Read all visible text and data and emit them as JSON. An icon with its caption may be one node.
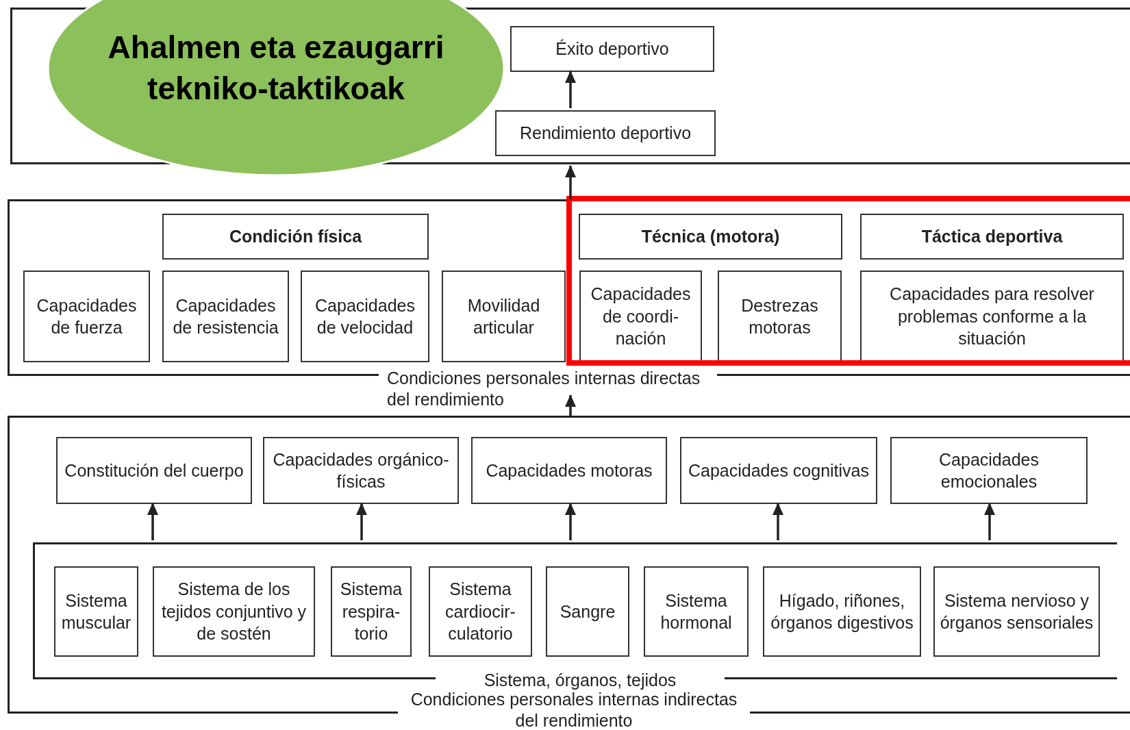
{
  "diagram": {
    "nodes": [
      {
        "text": [
          "Ahalmen eta ezaugarri tekniko-taktikoak"
        ]
      },
      {
        "text": [],
        "shape": "box"
      },
      {
        "text": [
          "Éxito deportivo"
        ],
        "in": 1
      },
      {
        "text": [
          "Rendimiento deportivo"
        ],
        "in": 1
      },
      {
        "text": [
          "Condiciones personales internas directas del rendimiento"
        ]
      },
      {
        "text": [
          "Condición física"
        ],
        "in": 4
      },
      {
        "text": [
          "Técnica (motora)"
        ],
        "in": 4
      },
      {
        "text": [
          "Táctica deportiva"
        ],
        "in": 4
      },
      {
        "text": [
          "Capacidades de fuerza"
        ],
        "in": 4
      },
      {
        "text": [
          "Capacidades de resistencia"
        ],
        "in": 4
      },
      {
        "text": [
          "Capacidades de velocidad"
        ],
        "in": 4
      },
      {
        "text": [
          "Movilidad articular"
        ],
        "in": 4
      },
      {
        "text": [
          "Capacidades de coordi-nación"
        ],
        "in": 4
      },
      {
        "text": [
          "Destrezas motoras"
        ],
        "in": 4
      },
      {
        "text": [
          "Capacidades para resolver problemas conforme a la situación"
        ],
        "in": 4
      },
      {
        "text": [
          "Condiciones personales internas indirectas del rendimiento"
        ]
      },
      {
        "text": [
          "Constitución del cuerpo"
        ],
        "in": 15
      },
      {
        "text": [
          "Capacidades orgánico-físicas"
        ],
        "in": 15
      },
      {
        "text": [
          "Capacidades motoras"
        ],
        "in": 15
      },
      {
        "text": [
          "Capacidades cognitivas"
        ],
        "in": 15
      },
      {
        "text": [
          "Capacidades emocionales"
        ],
        "in": 15
      },
      {
        "text": [
          "Sistema, órganos, tejidos"
        ],
        "in": 15
      },
      {
        "text": [
          "Sistema muscular"
        ],
        "in": 21
      },
      {
        "text": [
          "Sistema de los tejidos conjuntivo y de sostén"
        ],
        "in": 21
      },
      {
        "text": [
          "Sistema respira-torio"
        ],
        "in": 21
      },
      {
        "text": [
          "Sistema cardiocir-culatorio"
        ],
        "in": 21
      },
      {
        "text": [
          "Sangre"
        ],
        "in": 21
      },
      {
        "text": [
          "Sistema hormonal"
        ],
        "in": 21
      },
      {
        "text": [
          "Hígado, riñones, órganos digestivos"
        ],
        "in": 21
      },
      {
        "text": [
          "Sistema nervioso y órganos sensoriales"
        ],
        "in": 21
      }
    ],
    "edges": [
      {
        "from": 3,
        "to": 2,
        "arrow": "to"
      },
      {
        "from": 4,
        "to": 1,
        "arrow": "to"
      },
      {
        "from": 15,
        "to": 4,
        "arrow": "to"
      },
      {
        "from": 21,
        "to": 16,
        "arrow": "to"
      },
      {
        "from": 21,
        "to": 17,
        "arrow": "to"
      },
      {
        "from": 21,
        "to": 18,
        "arrow": "to"
      },
      {
        "from": 21,
        "to": 19,
        "arrow": "to"
      },
      {
        "from": 21,
        "to": 20,
        "arrow": "to"
      }
    ]
  }
}
